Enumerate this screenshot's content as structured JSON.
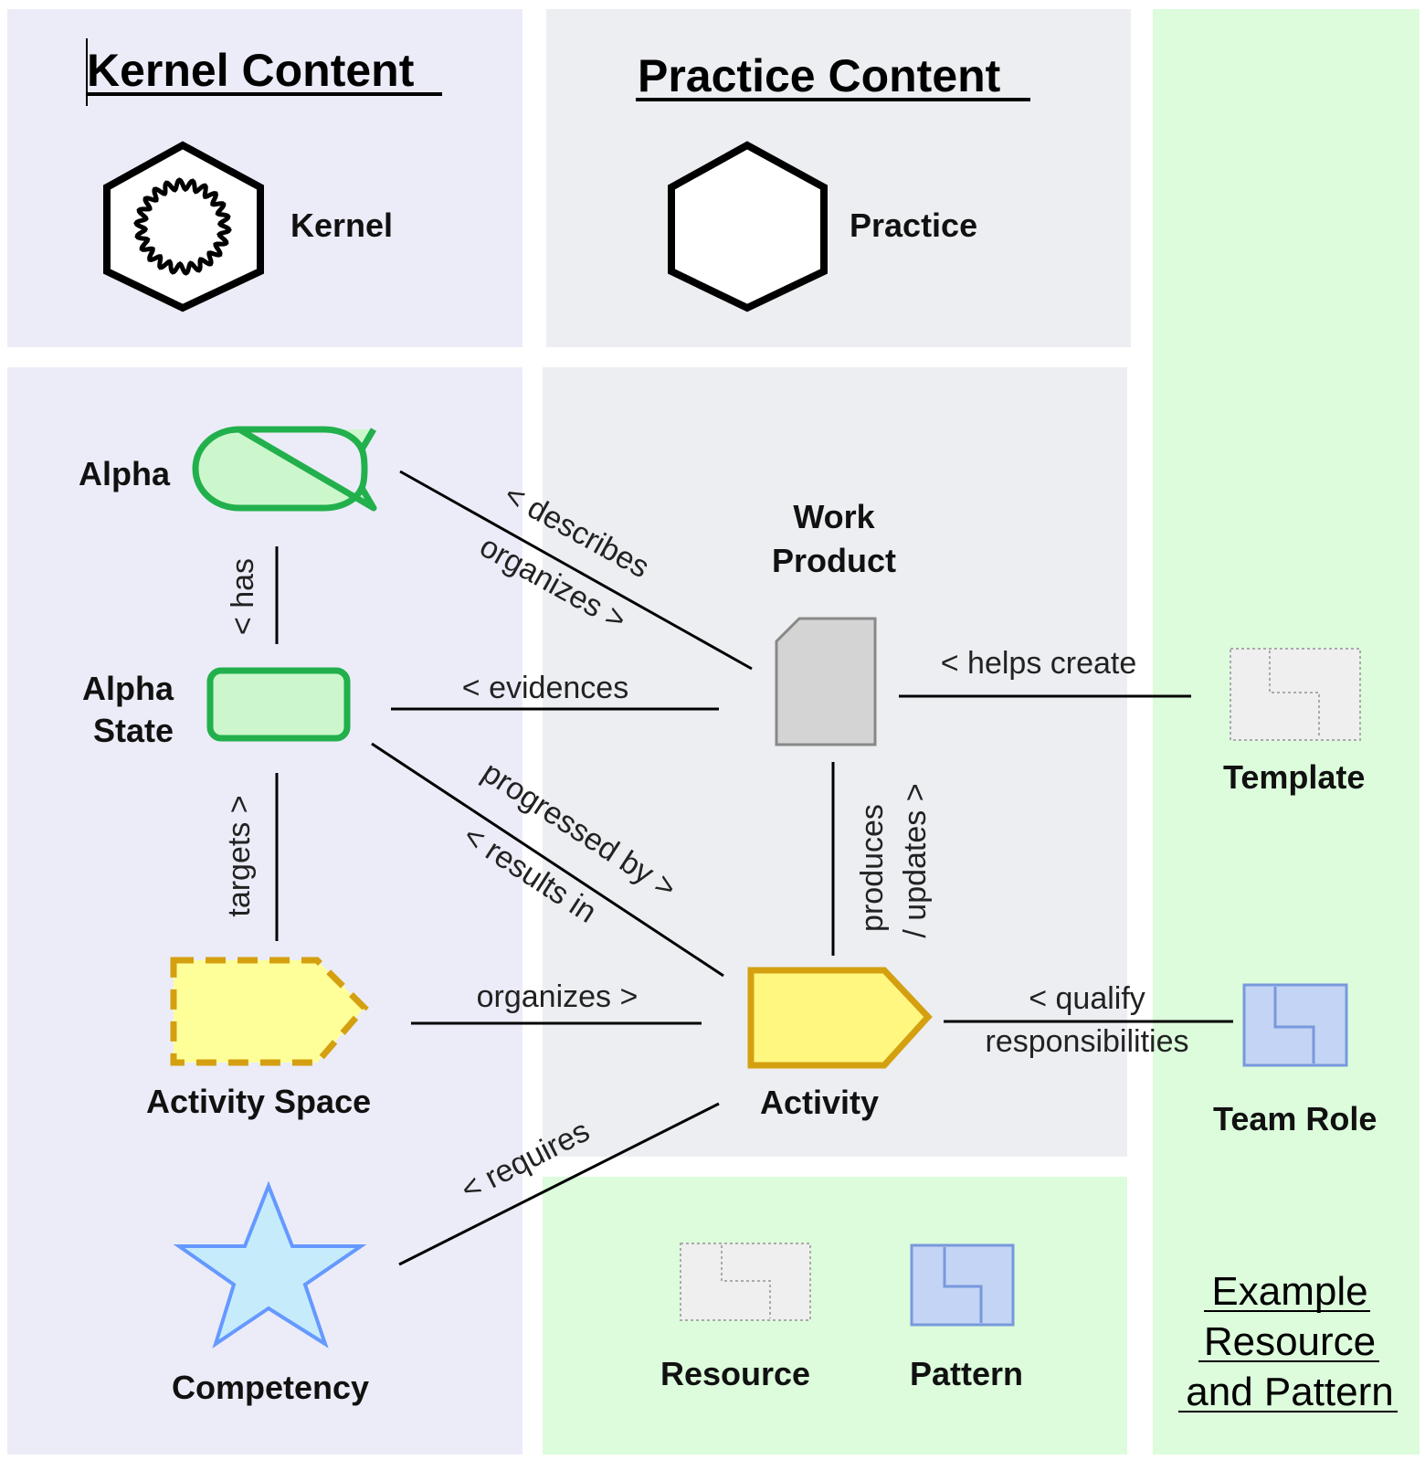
{
  "headings": {
    "kernel_content": "Kernel Content",
    "practice_content": "Practice Content",
    "example_line1": "Example",
    "example_line2": "Resource",
    "example_line3": "and Pattern"
  },
  "elements": {
    "kernel": "Kernel",
    "practice": "Practice",
    "alpha": "Alpha",
    "alpha_state_line1": "Alpha",
    "alpha_state_line2": "State",
    "activity_space": "Activity Space",
    "competency": "Competency",
    "work_product_line1": "Work",
    "work_product_line2": "Product",
    "activity": "Activity",
    "template": "Template",
    "team_role": "Team Role",
    "resource": "Resource",
    "pattern": "Pattern"
  },
  "relations": {
    "has": "< has",
    "targets": "targets >",
    "describes": "< describes",
    "organizes_alpha": "organizes >",
    "evidences": "< evidences",
    "progressed_by": "progressed by >",
    "results_in": "< results in",
    "organizes_activity": "organizes >",
    "requires": "< requires",
    "helps_create": "< helps create",
    "produces": "produces",
    "updates": "/ updates >",
    "qualify": "< qualify",
    "responsibilities": "responsibilities"
  },
  "colors": {
    "kernel_panel": "#ececf8",
    "practice_panel": "#eceef2",
    "example_panel": "#dcfcdc",
    "alpha_fill": "#ccf7cc",
    "alpha_stroke": "#22b04c",
    "activity_fill": "#fff780",
    "activity_stroke": "#d4a010",
    "activity_space_fill": "#ffff99",
    "competency_fill": "#c6ecfc",
    "competency_stroke": "#6699ff",
    "work_product_fill": "#d4d4d4",
    "pattern_fill": "#c4d4f4",
    "pattern_stroke": "#7799dd",
    "resource_fill": "#efefef"
  }
}
